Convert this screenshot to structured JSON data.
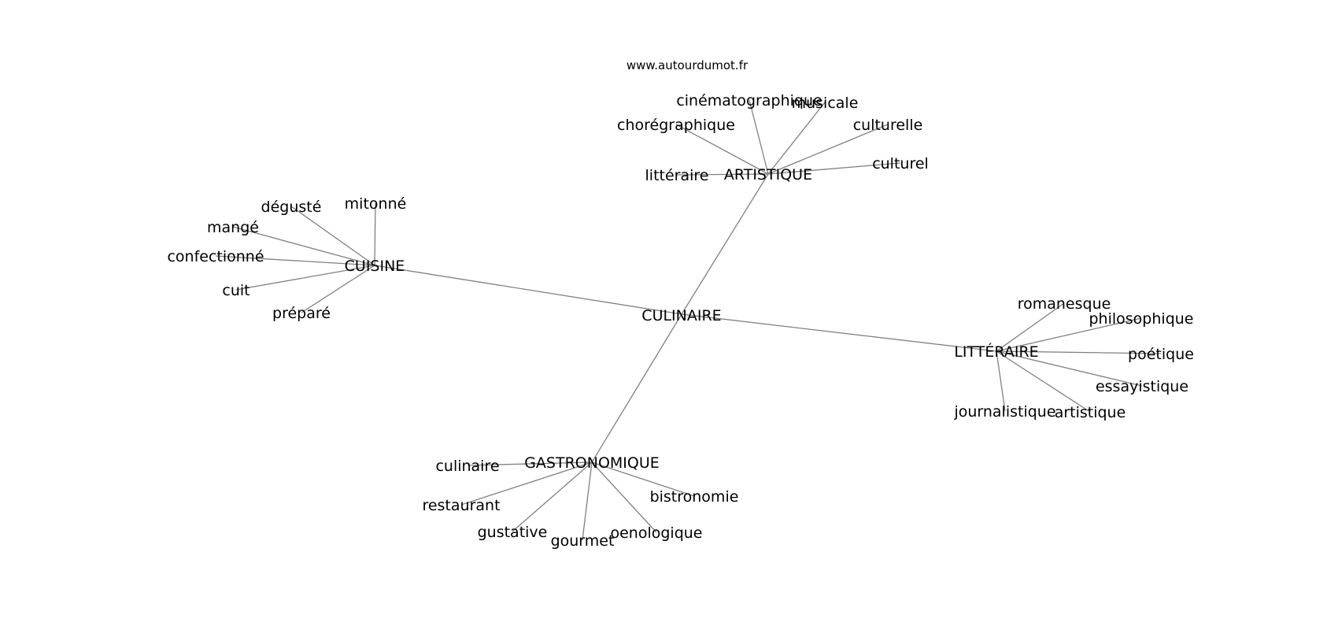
{
  "watermark": "www.autourdumot.fr",
  "center": "CULINAIRE",
  "hubs": [
    {
      "id": "cuisine",
      "label": "CUISINE",
      "words": [
        "mitonné",
        "dégusté",
        "mangé",
        "confectionné",
        "cuit",
        "préparé"
      ]
    },
    {
      "id": "artistique",
      "label": "ARTISTIQUE",
      "words": [
        "cinématographique",
        "musicale",
        "chorégraphique",
        "culturelle",
        "culturel",
        "littéraire"
      ]
    },
    {
      "id": "litteraire",
      "label": "LITTÉRAIRE",
      "words": [
        "romanesque",
        "philosophique",
        "poétique",
        "essayistique",
        "artistique",
        "journalistique"
      ]
    },
    {
      "id": "gastronomique",
      "label": "GASTRONOMIQUE",
      "words": [
        "culinaire",
        "restaurant",
        "bistronomie",
        "gustative",
        "gourmet",
        "oenologique"
      ]
    }
  ]
}
